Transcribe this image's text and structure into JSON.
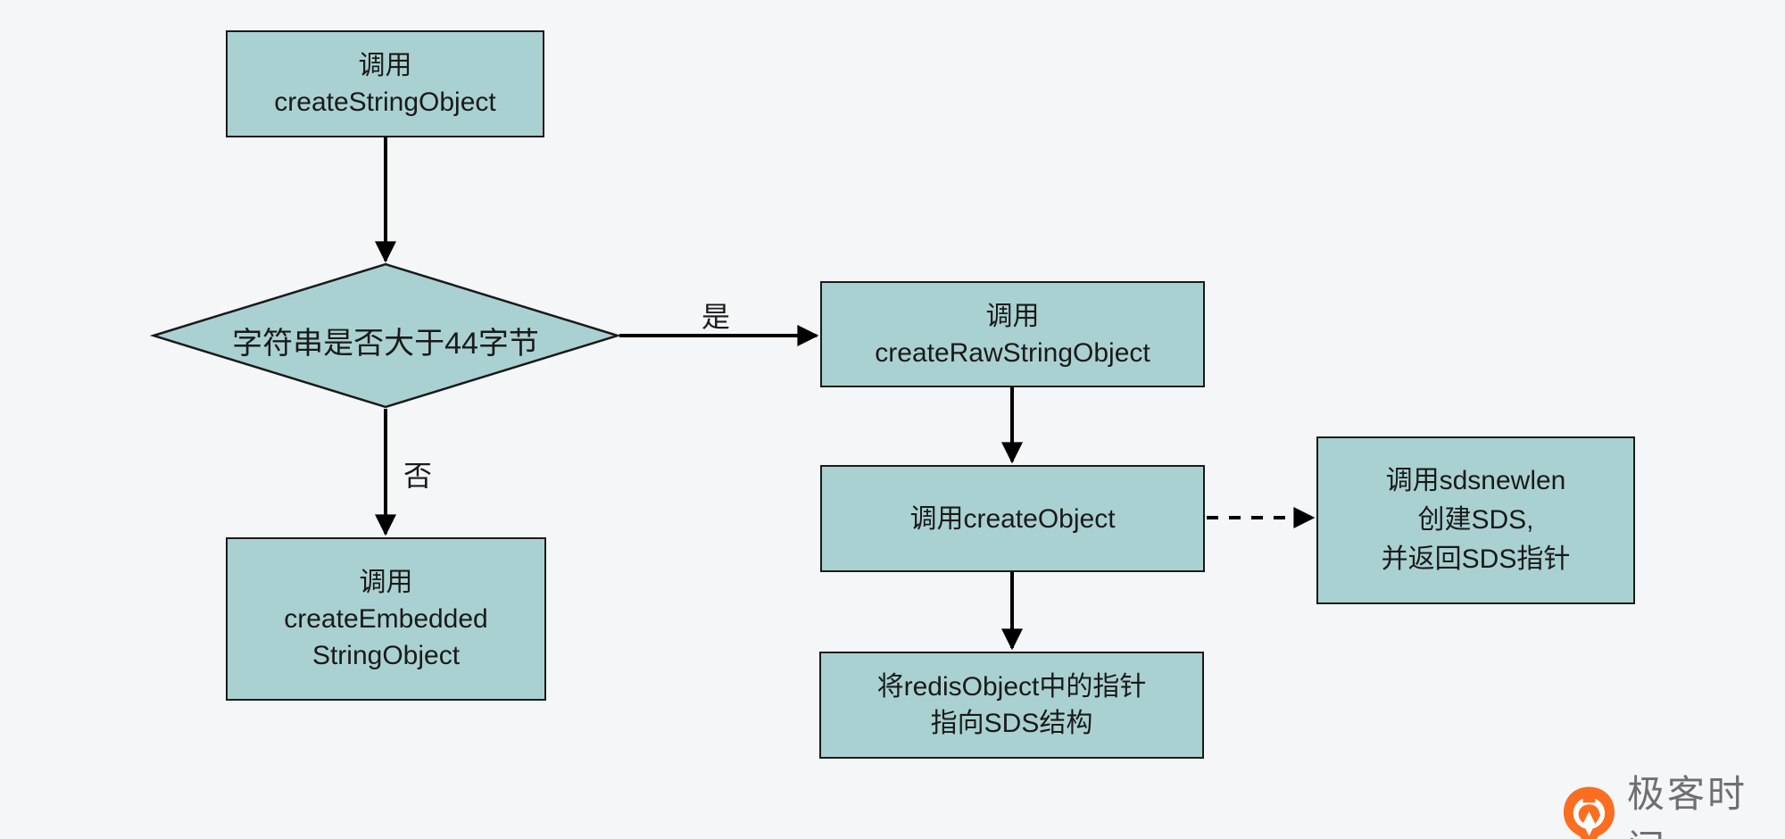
{
  "canvas": {
    "background": "#f4f6f8",
    "node_fill": "#aad1d2",
    "node_border": "#1a1a1a",
    "arrow_color": "#000000"
  },
  "nodes": {
    "create_string": {
      "lines": [
        "调用",
        "createStringObject"
      ]
    },
    "decision": {
      "label": "字符串是否大于44字节"
    },
    "create_raw": {
      "lines": [
        "调用",
        "createRawStringObject"
      ]
    },
    "create_embedded": {
      "lines": [
        "调用",
        "createEmbedded",
        "StringObject"
      ]
    },
    "create_object": {
      "label": "调用createObject"
    },
    "sdsnewlen": {
      "lines": [
        "调用sdsnewlen",
        "创建SDS,",
        "并返回SDS指针"
      ]
    },
    "set_pointer": {
      "lines": [
        "将redisObject中的指针",
        "指向SDS结构"
      ]
    }
  },
  "edges": {
    "yes_label": "是",
    "no_label": "否"
  },
  "branding": {
    "logo_text": "极客时间",
    "logo_orange": "#fb6d20",
    "text_color": "#6f6f6f"
  }
}
